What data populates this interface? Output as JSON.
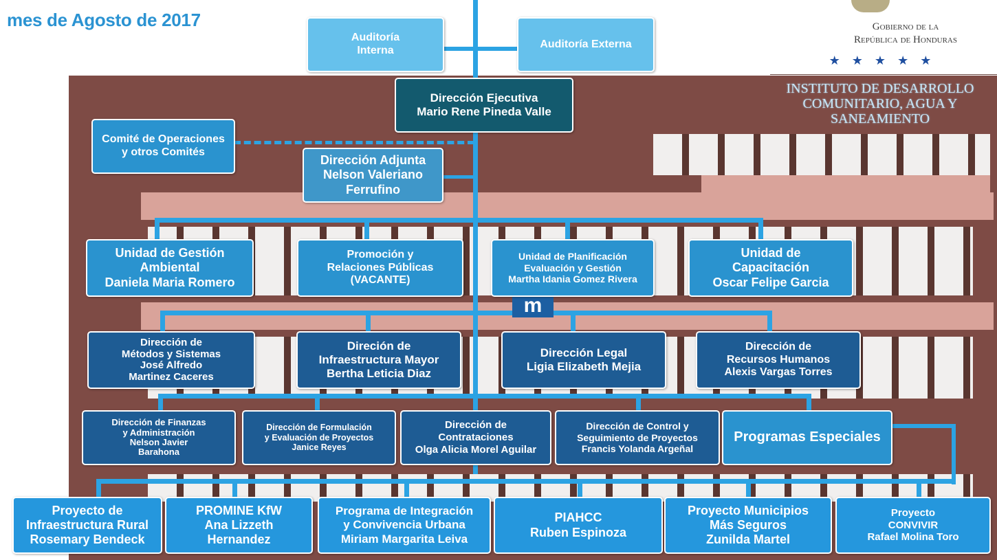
{
  "header": {
    "title": "mes de Agosto de 2017",
    "gov_line1": "Gobierno de la",
    "gov_line2": "República de Honduras",
    "stars": "★ ★ ★ ★ ★",
    "institute": "INSTITUTO DE DESARROLLO COMUNITARIO, AGUA Y SANEAMIENTO"
  },
  "chart": {
    "auditoria_interna": [
      "Auditoría",
      "Interna"
    ],
    "auditoria_externa": [
      "Auditoría Externa"
    ],
    "direccion_ejecutiva": [
      "Dirección Ejecutiva",
      "Mario Rene Pineda Valle"
    ],
    "comite": [
      "Comité de Operaciones",
      "y otros Comités"
    ],
    "direccion_adjunta": [
      "Dirección Adjunta",
      "Nelson Valeriano",
      "Ferrufino"
    ],
    "row1": [
      [
        "Unidad de Gestión",
        "Ambiental",
        "Daniela Maria Romero"
      ],
      [
        "Promoción y",
        "Relaciones Públicas",
        "(VACANTE)"
      ],
      [
        "Unidad de Planificación",
        "Evaluación y Gestión",
        "Martha Idania Gomez Rivera"
      ],
      [
        "Unidad de",
        "Capacitación",
        "Oscar Felipe Garcia"
      ]
    ],
    "row2": [
      [
        "Dirección de",
        "Métodos y Sistemas",
        "José Alfredo",
        "Martinez Caceres"
      ],
      [
        "Direción de",
        "Infraestructura Mayor",
        "Bertha Leticia Diaz"
      ],
      [
        "Dirección Legal",
        "Ligia Elizabeth Mejia"
      ],
      [
        "Dirección de",
        "Recursos Humanos",
        "Alexis Vargas Torres"
      ]
    ],
    "row3": [
      [
        "Dirección de Finanzas",
        "y Administración",
        "Nelson Javier",
        "Barahona"
      ],
      [
        "Dirección de Formulación",
        "y Evaluación de Proyectos",
        "Janice Reyes"
      ],
      [
        "Dirección de",
        "Contrataciones",
        "Olga Alicia Morel Aguilar"
      ],
      [
        "Dirección de Control y",
        "Seguimiento de Proyectos",
        "Francis Yolanda Argeñal"
      ],
      [
        "Programas Especiales"
      ]
    ],
    "row4": [
      [
        "Proyecto de",
        "Infraestructura Rural",
        "Rosemary Bendeck"
      ],
      [
        "PROMINE KfW",
        "Ana Lizzeth",
        "Hernandez"
      ],
      [
        "Programa de Integración",
        "y Convivencia Urbana",
        "Miriam Margarita Leiva"
      ],
      [
        "PIAHCC",
        "Ruben Espinoza"
      ],
      [
        "Proyecto Municipios",
        "Más Seguros",
        "Zunilda Martel"
      ],
      [
        "Proyecto",
        "CONVIVIR",
        "Rafael Molina Toro"
      ]
    ]
  },
  "colors": {
    "line": "#2ca3e3",
    "title": "#2b93d2",
    "exec_box": "#135a6e",
    "dark_box": "#1e5c94",
    "mid_box": "#2a93cf",
    "light_box": "#66c1ec"
  }
}
